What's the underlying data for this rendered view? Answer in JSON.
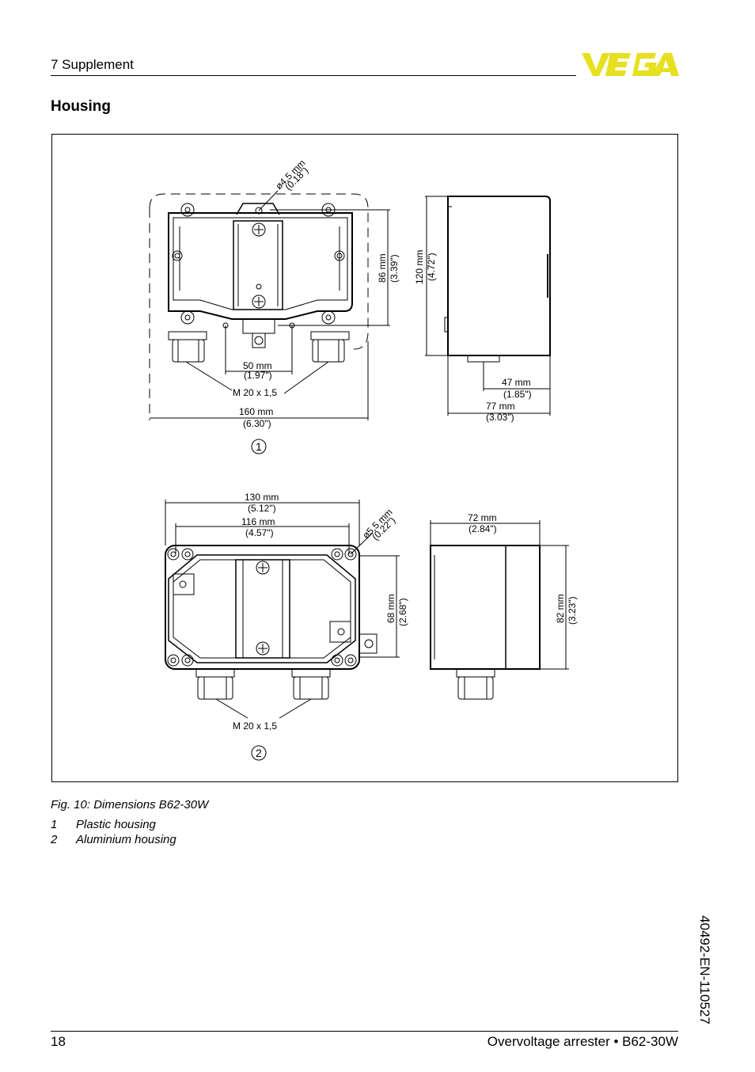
{
  "header": {
    "section": "7   Supplement",
    "brand_color": "#e6e020"
  },
  "title": "Housing",
  "figure": {
    "labels": {
      "hole_top_mm": "ø4,5 mm",
      "hole_top_in": "(0.18\")",
      "h86_mm": "86 mm",
      "h86_in": "(3.39\")",
      "h120_mm": "120 mm",
      "h120_in": "(4.72\")",
      "w50_mm": "50 mm",
      "w50_in": "(1.97\")",
      "thread_top": "M 20 x 1,5",
      "w160_mm": "160 mm",
      "w160_in": "(6.30\")",
      "w47_mm": "47 mm",
      "w47_in": "(1.85\")",
      "w77_mm": "77 mm",
      "w77_in": "(3.03\")",
      "marker1": "1",
      "w130_mm": "130 mm",
      "w130_in": "(5.12\")",
      "w116_mm": "116 mm",
      "w116_in": "(4.57\")",
      "hole_bot_mm": "ø5,5 mm",
      "hole_bot_in": "(0.22\")",
      "w72_mm": "72 mm",
      "w72_in": "(2.84\")",
      "h68_mm": "68 mm",
      "h68_in": "(2.68\")",
      "h82_mm": "82 mm",
      "h82_in": "(3.23\")",
      "thread_bottom": "M 20 x 1,5",
      "marker2": "2"
    }
  },
  "caption": "Fig. 10: Dimensions B62-30W",
  "legend": [
    {
      "num": "1",
      "text": "Plastic housing"
    },
    {
      "num": "2",
      "text": "Aluminium housing"
    }
  ],
  "side_code": "40492-EN-110527",
  "footer": {
    "page": "18",
    "title": "Overvoltage arrester • B62-30W"
  }
}
